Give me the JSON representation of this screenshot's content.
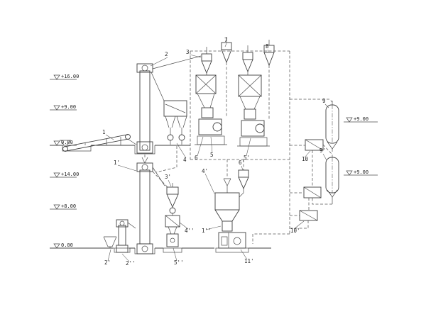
{
  "colors": {
    "line": "#3f3f3f",
    "text": "#222222",
    "background": "#ffffff"
  },
  "elevation_marks": {
    "left": [
      "+16.00",
      "+9.00",
      "0.00",
      "+14.00",
      "+8.00",
      "0.00"
    ],
    "right": [
      "+9.00",
      "+9.00"
    ]
  },
  "equipment_labels": {
    "belt_conveyor": "1",
    "bucket_elevator_upper": "2",
    "cyclone_1": "3",
    "cyclone_2": "7",
    "fan_top": "8",
    "sieve_discharge": "4",
    "mill_left": "5",
    "magnet_left": "6",
    "mill_right": "5'",
    "cooler_upper": "9",
    "cooler_lower": "9'",
    "fan_right": "10",
    "fan_lower_right": "10'",
    "bucket_elevator_lower": "1'",
    "cyclone_lower": "3'",
    "surge_bin": "4'",
    "cyclone_recycle": "6'",
    "feeder_lower": "1''",
    "airlock_lower": "4''",
    "crumbler": "5''",
    "intake_lower": "2'",
    "elevator_small": "2''",
    "pellet_mill": "11'"
  }
}
